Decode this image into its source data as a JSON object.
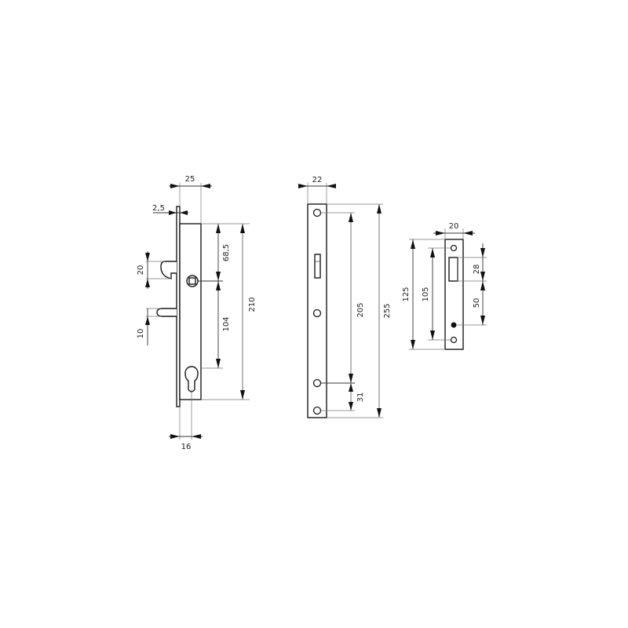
{
  "diagram": {
    "type": "technical-drawing",
    "subject": "mortise lock with keeper plates",
    "line_color": "#1a1a1a",
    "background": "#ffffff",
    "views": [
      {
        "id": "lock-body",
        "dimensions": {
          "width_top": "25",
          "faceplate_thickness": "2,5",
          "hook_height": "20",
          "latch_height": "10",
          "spindle_to_top": "68,5",
          "spindle_to_cylinder": "104",
          "body_height": "210",
          "backset_bottom": "16"
        }
      },
      {
        "id": "strike-plate-long",
        "dimensions": {
          "width": "22",
          "hole_span": "205",
          "overall_height": "255",
          "lower_hole_spacing": "31"
        }
      },
      {
        "id": "strike-plate-short",
        "dimensions": {
          "width": "20",
          "overall_height": "125",
          "hole_span": "105",
          "slot_height": "28",
          "slot_to_dot": "50"
        }
      }
    ]
  }
}
